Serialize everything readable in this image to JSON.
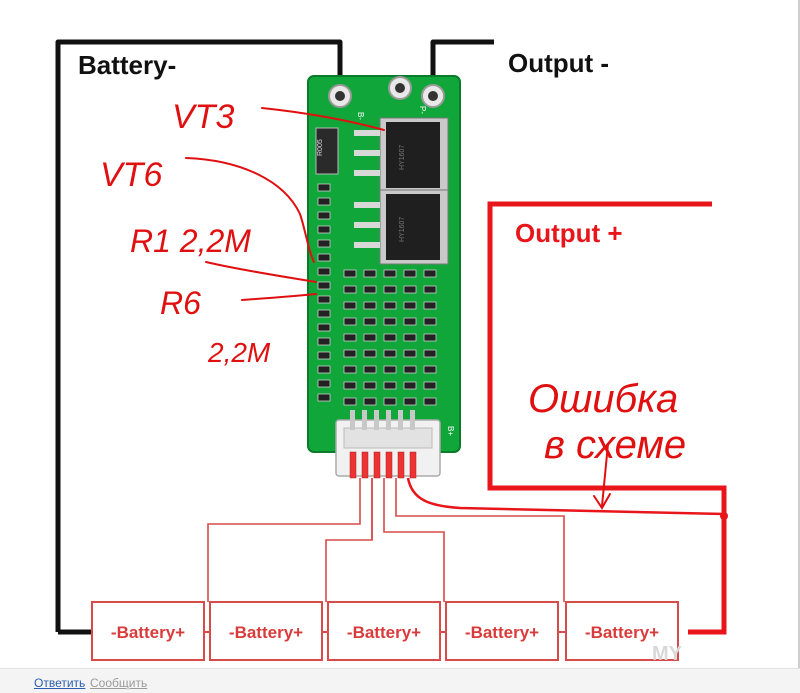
{
  "labels": {
    "battery_minus": "Battery-",
    "output_minus": "Output -",
    "output_plus": "Output +",
    "b_minus_pad": "B-",
    "p_minus_pad": "P-",
    "b_plus_pad": "B+",
    "shunt": "R005",
    "mosfet_marking": "HY1607"
  },
  "annotations": {
    "vt3": "VT3",
    "vt6": "VT6",
    "r1": "R1 2,2M",
    "r6": "R6",
    "r6_value": "2,2M",
    "error_line1": "Ошибка",
    "error_line2": "в схеме"
  },
  "batteries": [
    {
      "minus": "-",
      "label": "Battery",
      "plus": "+"
    },
    {
      "minus": "-",
      "label": "Battery",
      "plus": "+"
    },
    {
      "minus": "-",
      "label": "Battery",
      "plus": "+"
    },
    {
      "minus": "-",
      "label": "Battery",
      "plus": "+"
    },
    {
      "minus": "-",
      "label": "Battery",
      "plus": "+"
    }
  ],
  "watermark": "MY",
  "footer": {
    "reply": "Ответить",
    "report": "Сообщить"
  },
  "colors": {
    "pcb": "#11a63a",
    "wire_red": "#e8161b",
    "wire_black": "#111111",
    "annotation": "#e01010",
    "battery_box": "#d94a4a"
  }
}
